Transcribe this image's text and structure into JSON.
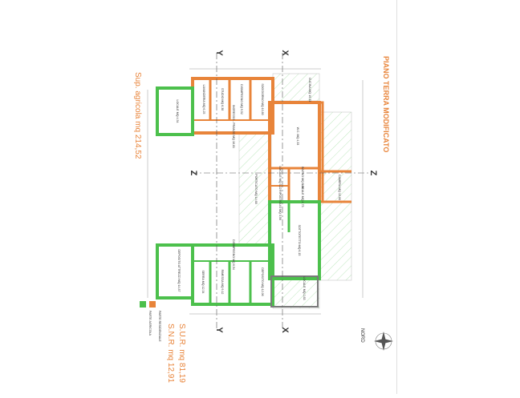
{
  "title": "PIANO TERRA MODIFICATO",
  "surface_label": "Sup. agricola mq 214,52",
  "totals": {
    "sur": "S.U.R. mq 81,19",
    "snr": "S.N.R. mq 12,91"
  },
  "legend": [
    {
      "label": "PARTE RESIDENZIALE",
      "color": "#e8843a"
    },
    {
      "label": "PARTE AGRICOLA",
      "color": "#4cc04c"
    }
  ],
  "north_label": "NORD",
  "section_markers": [
    "X",
    "X",
    "Y",
    "Y",
    "Z",
    "Z"
  ],
  "colors": {
    "residential": "#e8843a",
    "agricultural": "#4cc04c",
    "title": "#e8843a",
    "sheet_bg": "#ffffff"
  },
  "rooms": [
    "LOCALE MQ 4,54",
    "LAVANDERIA MQ 6,25",
    "STUDIO MQ 6,38",
    "DISIMPEGNO MQ 9,52",
    "SOGGIORNO MQ 10,80",
    "INGRESSO - PRANZO MQ 16,81",
    "W.C. MQ 4,33",
    "CUCINA MQ 19,33",
    "LOCALE MQ 3,22",
    "BAGNO MQ 5,68",
    "LOCALE MQ 4,73",
    "PORTICATO MQ 14,68",
    "CAMERA MQ 13,66",
    "RIPOSTIGLIO MQ 3,56",
    "SOTTOTETTO MQ 6,15",
    "DISIMPEGNO MQ 6,54",
    "DEPOSITO ATTREZZI MQ 14,87",
    "SERRA MQ 12,34",
    "RIMESSA MQ 9,12",
    "DEPOSITO MQ 12,06",
    "LOCALE MQ 2,83"
  ]
}
